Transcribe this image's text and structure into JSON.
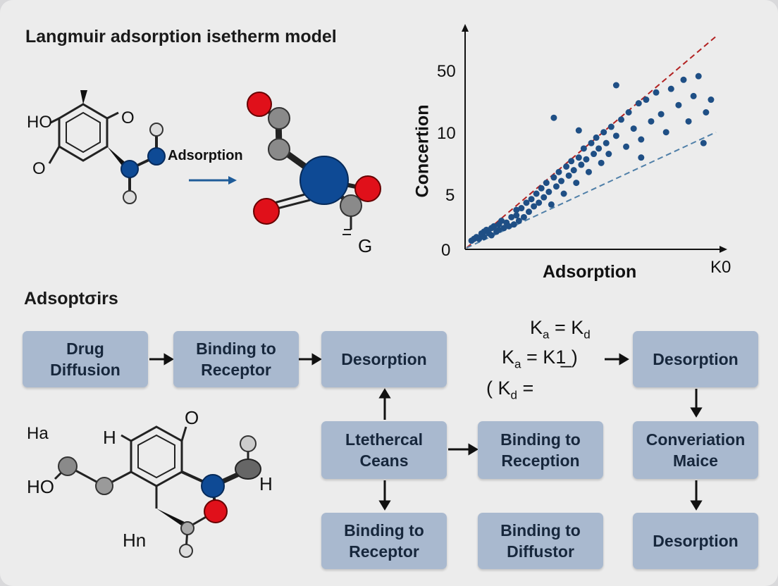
{
  "title": "Langmuir adsorption isetherm model",
  "section_title": "Adsoptσirs",
  "molecule_top": {
    "atom_labels": [
      "HO",
      "O",
      "O"
    ],
    "arrow_label": "Adsorption",
    "right_label": "G"
  },
  "molecule_bottom": {
    "atom_labels": [
      "Ha",
      "H",
      "O",
      "HO",
      "H",
      "Hn"
    ]
  },
  "chart_data": {
    "type": "scatter",
    "title": "",
    "xlabel": "Adsorption",
    "ylabel": "Concertion",
    "x_tick_label": "K0",
    "y_tick_labels": [
      "0",
      "5",
      "10",
      "50"
    ],
    "series": [
      {
        "values": [
          [
            0.02,
            0.04
          ],
          [
            0.03,
            0.05
          ],
          [
            0.04,
            0.06
          ],
          [
            0.05,
            0.05
          ],
          [
            0.06,
            0.08
          ],
          [
            0.07,
            0.06
          ],
          [
            0.07,
            0.09
          ],
          [
            0.08,
            0.1
          ],
          [
            0.09,
            0.08
          ],
          [
            0.1,
            0.11
          ],
          [
            0.1,
            0.07
          ],
          [
            0.11,
            0.12
          ],
          [
            0.12,
            0.09
          ],
          [
            0.13,
            0.13
          ],
          [
            0.13,
            0.1
          ],
          [
            0.14,
            0.15
          ],
          [
            0.15,
            0.11
          ],
          [
            0.16,
            0.14
          ],
          [
            0.17,
            0.12
          ],
          [
            0.18,
            0.17
          ],
          [
            0.19,
            0.13
          ],
          [
            0.2,
            0.18
          ],
          [
            0.2,
            0.21
          ],
          [
            0.21,
            0.15
          ],
          [
            0.22,
            0.22
          ],
          [
            0.23,
            0.17
          ],
          [
            0.24,
            0.25
          ],
          [
            0.25,
            0.2
          ],
          [
            0.26,
            0.27
          ],
          [
            0.27,
            0.23
          ],
          [
            0.28,
            0.3
          ],
          [
            0.29,
            0.25
          ],
          [
            0.3,
            0.33
          ],
          [
            0.31,
            0.28
          ],
          [
            0.32,
            0.36
          ],
          [
            0.33,
            0.31
          ],
          [
            0.34,
            0.24
          ],
          [
            0.35,
            0.39
          ],
          [
            0.36,
            0.34
          ],
          [
            0.37,
            0.42
          ],
          [
            0.38,
            0.37
          ],
          [
            0.39,
            0.3
          ],
          [
            0.4,
            0.45
          ],
          [
            0.41,
            0.4
          ],
          [
            0.42,
            0.48
          ],
          [
            0.43,
            0.43
          ],
          [
            0.44,
            0.36
          ],
          [
            0.45,
            0.5
          ],
          [
            0.46,
            0.46
          ],
          [
            0.47,
            0.55
          ],
          [
            0.48,
            0.49
          ],
          [
            0.49,
            0.42
          ],
          [
            0.5,
            0.58
          ],
          [
            0.51,
            0.52
          ],
          [
            0.52,
            0.61
          ],
          [
            0.53,
            0.55
          ],
          [
            0.54,
            0.47
          ],
          [
            0.55,
            0.64
          ],
          [
            0.56,
            0.58
          ],
          [
            0.57,
            0.52
          ],
          [
            0.58,
            0.67
          ],
          [
            0.6,
            0.62
          ],
          [
            0.62,
            0.71
          ],
          [
            0.64,
            0.56
          ],
          [
            0.65,
            0.75
          ],
          [
            0.67,
            0.66
          ],
          [
            0.69,
            0.8
          ],
          [
            0.7,
            0.6
          ],
          [
            0.72,
            0.82
          ],
          [
            0.74,
            0.7
          ],
          [
            0.76,
            0.86
          ],
          [
            0.78,
            0.74
          ],
          [
            0.8,
            0.64
          ],
          [
            0.82,
            0.88
          ],
          [
            0.85,
            0.79
          ],
          [
            0.87,
            0.93
          ],
          [
            0.89,
            0.7
          ],
          [
            0.91,
            0.84
          ],
          [
            0.93,
            0.95
          ],
          [
            0.95,
            0.58
          ],
          [
            0.96,
            0.75
          ],
          [
            0.98,
            0.82
          ],
          [
            0.35,
            0.72
          ],
          [
            0.45,
            0.65
          ],
          [
            0.6,
            0.9
          ],
          [
            0.7,
            0.5
          ]
        ]
      }
    ],
    "trendlines": [
      {
        "color": "#b22222",
        "from": [
          0,
          0
        ],
        "to": [
          1,
          1.17
        ]
      },
      {
        "color": "#4f7fa8",
        "from": [
          0,
          0
        ],
        "to": [
          1,
          0.64
        ]
      }
    ],
    "xlim": [
      0,
      1
    ],
    "ylim": [
      0,
      1.2
    ],
    "grid": false
  },
  "flow": {
    "boxes": {
      "drug_diffusion": "Drug\nDiffusion",
      "binding_receptor_1": "Binding to\nReceptor",
      "desorption_1": "Desorption",
      "desorption_2": "Desorption",
      "ltethercal": "Ltethercal\nCeans",
      "binding_reception": "Binding to\nReception",
      "converiation": "Converiation\nMaice",
      "binding_receptor_2": "Binding to\nReceptor",
      "binding_diffustor": "Binding to\nDiffustor",
      "desorption_3": "Desorption"
    },
    "equations": {
      "line1": {
        "a": "K",
        "a_sub": "a",
        "mid": " = K",
        "b_sub": "d",
        "tail": ""
      },
      "line2": {
        "a": "K",
        "a_sub": "a",
        "mid": " = K1̲ )",
        "b_sub": "",
        "tail": ""
      },
      "line3": {
        "a": "( K",
        "a_sub": "d",
        "mid": " =",
        "b_sub": "",
        "tail": ""
      }
    }
  },
  "colors": {
    "box_fill": "#a9b9cf",
    "box_text": "#17273c",
    "atom_red": "#e0101a",
    "atom_blue": "#0e4a95",
    "atom_gray": "#8a8a8a",
    "dot": "#1f4f85"
  }
}
